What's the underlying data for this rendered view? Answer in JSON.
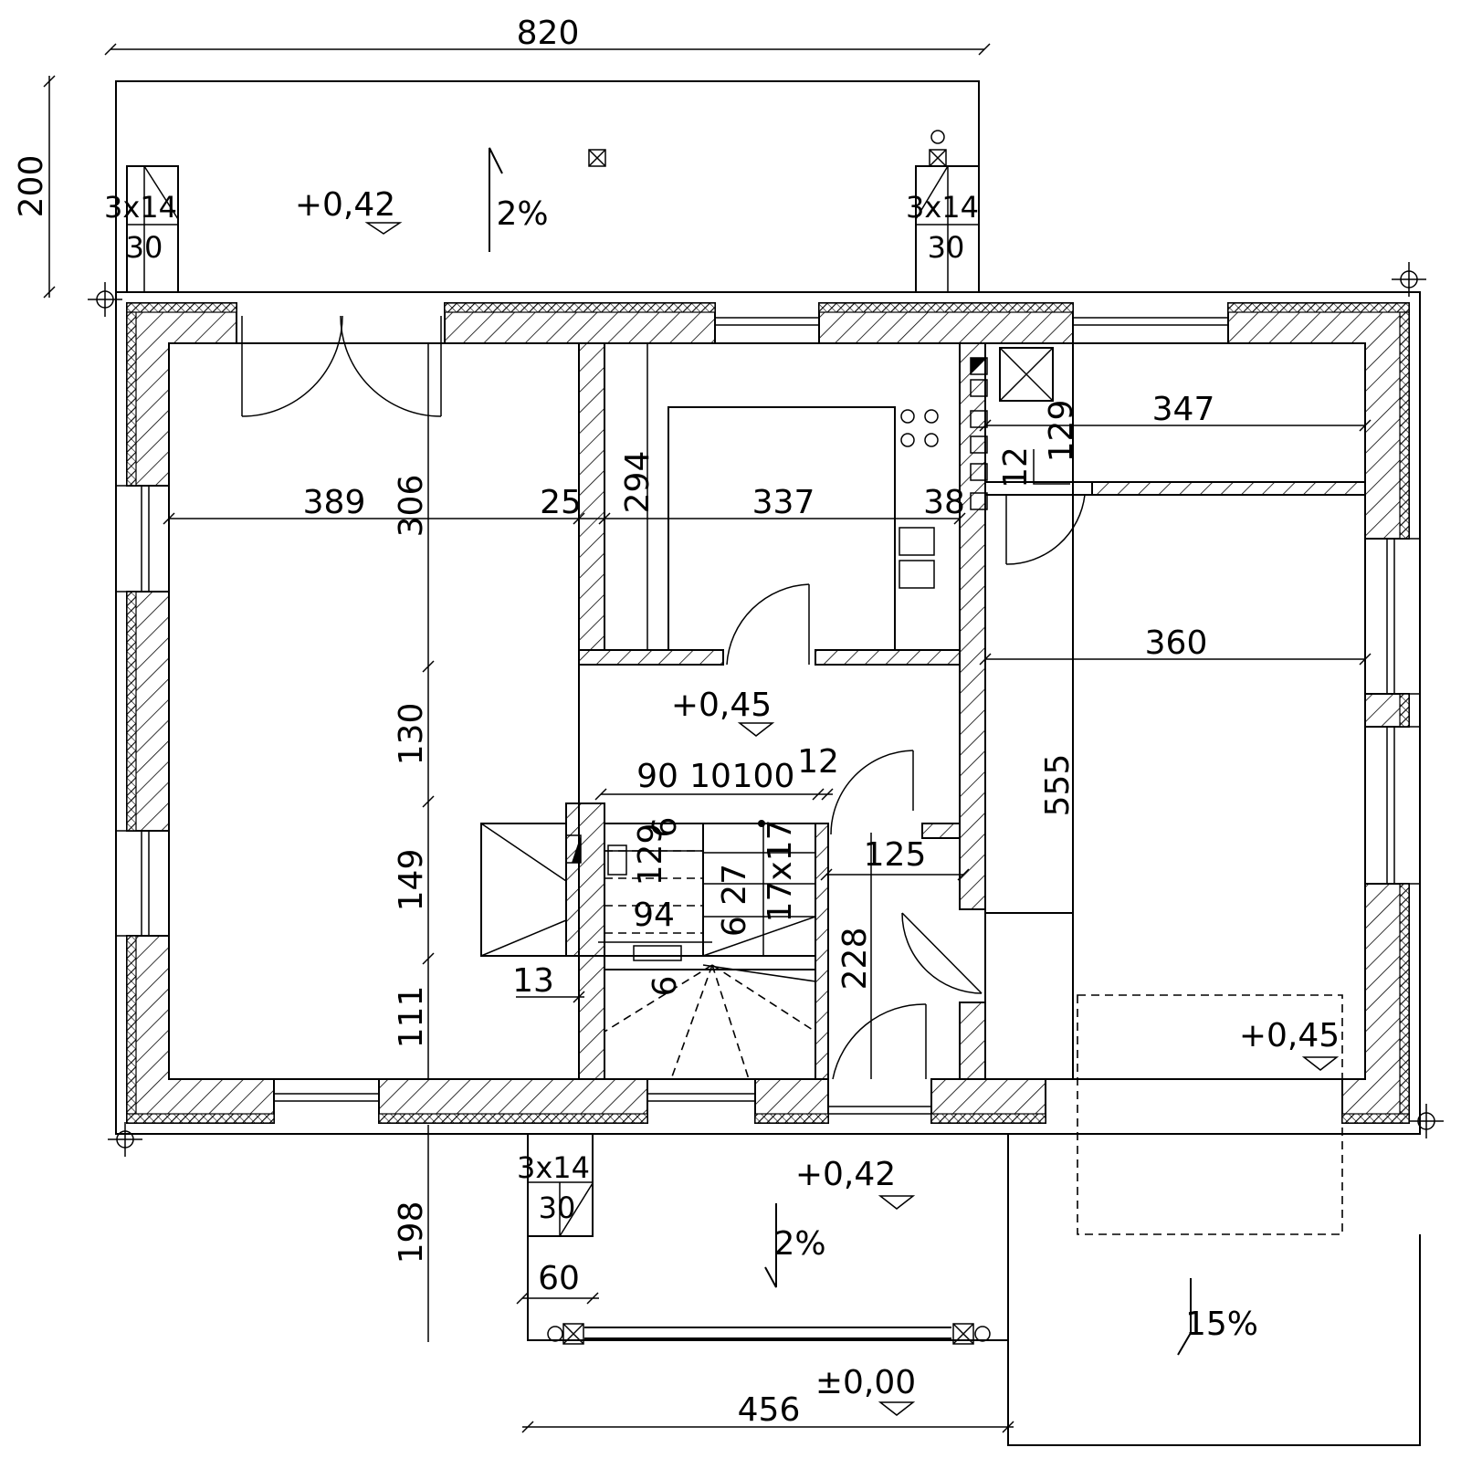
{
  "dimensions": {
    "terrace_width": "820",
    "terrace_depth": "200",
    "room_living_width": "389",
    "wall_inner_1": "25",
    "room_kitchen_width": "337",
    "wall_inner_2": "38",
    "room_living_depth_a": "306",
    "room_living_depth_b": "130",
    "room_living_depth_c": "149",
    "room_living_depth_d": "111",
    "kitchen_depth": "294",
    "room_top_right_width": "347",
    "room_top_right_depth": "129",
    "small_12": "12",
    "garage_width": "360",
    "garage_depth": "555",
    "stair_90": "90",
    "stair_10": "10",
    "stair_100": "100",
    "stair_12": "12",
    "hall_width": "125",
    "hall_depth": "228",
    "stair_129": "129",
    "stair_6a": "6",
    "stair_6b": "6",
    "stair_94": "94",
    "stair_627": "6 27",
    "stair_steps": "17x17",
    "chimney_13": "13",
    "entrance_depth": "198",
    "entrance_60": "60",
    "entrance_width": "456"
  },
  "columns": {
    "top_left": {
      "size": "3x14",
      "height": "30"
    },
    "top_right": {
      "size": "3x14",
      "height": "30"
    },
    "bottom": {
      "size": "3x14",
      "height": "30"
    }
  },
  "levels": {
    "terrace": "+0,42",
    "interior": "+0,45",
    "garage": "+0,45",
    "entrance": "+0,42",
    "ground": "±0,00"
  },
  "slopes": {
    "terrace": "2%",
    "entrance": "2%",
    "driveway": "15%"
  }
}
